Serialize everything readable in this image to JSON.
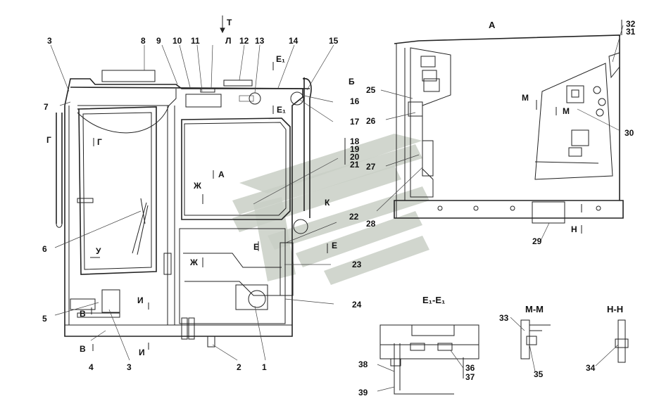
{
  "view_titles": {
    "view_a": "А",
    "section_e1": "Е₁-Е₁",
    "section_m": "М-М",
    "section_n": "Н-Н"
  },
  "section_markers": {
    "t": "Т",
    "l": "Л",
    "b": "Б",
    "a": "А",
    "g1": "Г",
    "g2": "Г",
    "zh1": "Ж",
    "zh2": "Ж",
    "u": "У",
    "e": "Е",
    "e_small": "Е",
    "k": "К",
    "e1_top": "Е₁",
    "e1_bottom": "Е₁",
    "v_left": "В",
    "v_bottom": "В",
    "i_right": "И",
    "i_bottom": "И",
    "m1": "М",
    "m2": "М",
    "n": "Н"
  },
  "callouts": {
    "c1": "1",
    "c2": "2",
    "c3a": "3",
    "c3b": "3",
    "c4": "4",
    "c5": "5",
    "c6": "6",
    "c7": "7",
    "c8": "8",
    "c9": "9",
    "c10": "10",
    "c11": "11",
    "c12": "12",
    "c13": "13",
    "c14": "14",
    "c15": "15",
    "c16": "16",
    "c17": "17",
    "c18": "18",
    "c19": "19",
    "c20": "20",
    "c21": "21",
    "c22": "22",
    "c23": "23",
    "c24": "24",
    "c25": "25",
    "c26": "26",
    "c27": "27",
    "c28": "28",
    "c29": "29",
    "c30": "30",
    "c31": "31",
    "c32": "32",
    "c33": "33",
    "c34": "34",
    "c35": "35",
    "c36": "36",
    "c37": "37",
    "c38": "38",
    "c39": "39"
  }
}
